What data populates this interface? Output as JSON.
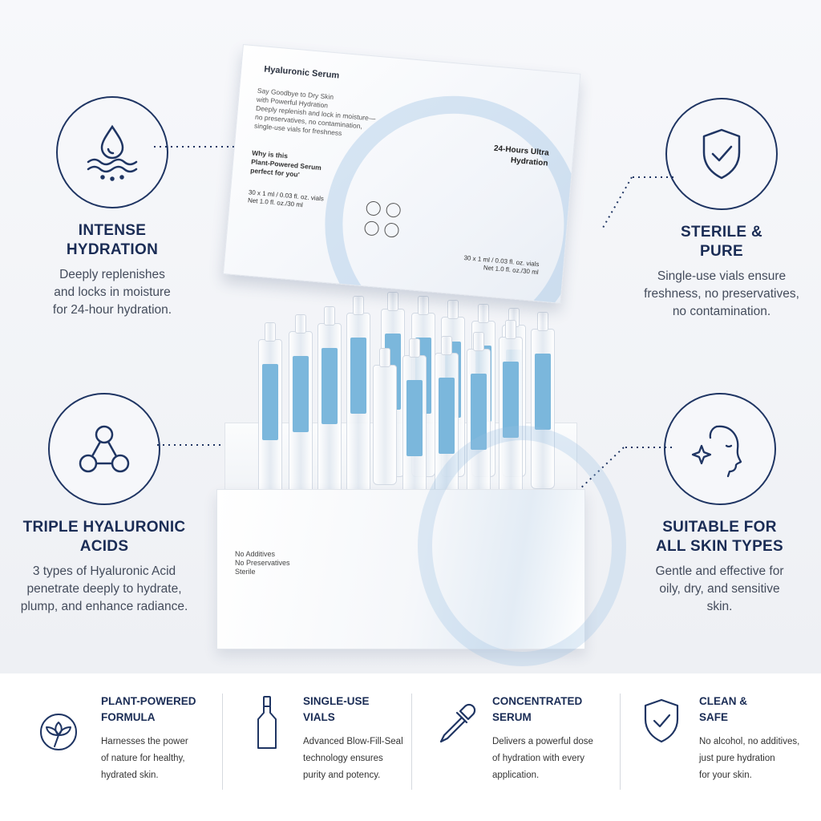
{
  "features": {
    "hydration": {
      "icon": "water-drop-waves-icon",
      "title_line1": "INTENSE",
      "title_line2": "HYDRATION",
      "desc_line1": "Deeply replenishes",
      "desc_line2": "and locks in moisture",
      "desc_line3": "for 24-hour hydration."
    },
    "acids": {
      "icon": "molecule-icon",
      "title_line1": "TRIPLE HYALURONIC",
      "title_line2": "ACIDS",
      "desc_line1": "3 types of Hyaluronic Acid",
      "desc_line2": "penetrate deeply to hydrate,",
      "desc_line3": "plump, and enhance radiance."
    },
    "sterile": {
      "icon": "shield-check-icon",
      "title_line1": "STERILE &",
      "title_line2": "PURE",
      "desc_line1": "Single-use vials ensure",
      "desc_line2": "freshness, no preservatives,",
      "desc_line3": "no contamination."
    },
    "skin": {
      "icon": "face-sparkle-icon",
      "title_line1": "SUITABLE FOR",
      "title_line2": "ALL SKIN TYPES",
      "desc_line1": "Gentle and effective for",
      "desc_line2": "oily, dry, and sensitive",
      "desc_line3": "skin."
    }
  },
  "product": {
    "lid_name": "Hyaluronic Serum",
    "lid_text_1": "Say Goodbye to Dry Skin",
    "lid_text_2": "with Powerful Hydration",
    "lid_text_3": "Deeply replenish and lock in moisture—",
    "lid_text_4": "no preservatives, no contamination,",
    "lid_text_5": "single-use vials for freshness",
    "lid_q_1": "Why is this",
    "lid_q_2": "Plant-Powered Serum",
    "lid_q_3": "perfect for you'",
    "lid_vol_1": "30 x 1 ml / 0.03 fl. oz. vials",
    "lid_vol_2": "Net 1.0 fl. oz./30 ml",
    "lid_badge_1": "24-Hours Ultra",
    "lid_badge_2": "Hydration",
    "lid_vol2_1": "30 x 1 ml / 0.03 fl. oz. vials",
    "lid_vol2_2": "Net 1.0 fl. oz./30 ml",
    "base_1": "No Additives",
    "base_2": "No Preservatives",
    "base_3": "Sterile"
  },
  "strip": [
    {
      "icon": "leaf-icon",
      "title_1": "PLANT-POWERED",
      "title_2": "FORMULA",
      "desc_1": "Harnesses the power",
      "desc_2": "of nature for healthy,",
      "desc_3": "hydrated skin."
    },
    {
      "icon": "vial-icon",
      "title_1": "SINGLE-USE",
      "title_2": "VIALS",
      "desc_1": "Advanced Blow-Fill-Seal",
      "desc_2": "technology ensures",
      "desc_3": "purity and potency."
    },
    {
      "icon": "dropper-icon",
      "title_1": "CONCENTRATED",
      "title_2": "SERUM",
      "desc_1": "Delivers a powerful dose",
      "desc_2": "of hydration with every",
      "desc_3": "application."
    },
    {
      "icon": "shield-check-icon",
      "title_1": "CLEAN &",
      "title_2": "SAFE",
      "desc_1": "No alcohol, no additives,",
      "desc_2": "just pure hydration",
      "desc_3": "for your skin."
    }
  ],
  "colors": {
    "navy": "#1f3563",
    "vial_label": "#7bb7dc",
    "text_gray": "#444c5c"
  }
}
